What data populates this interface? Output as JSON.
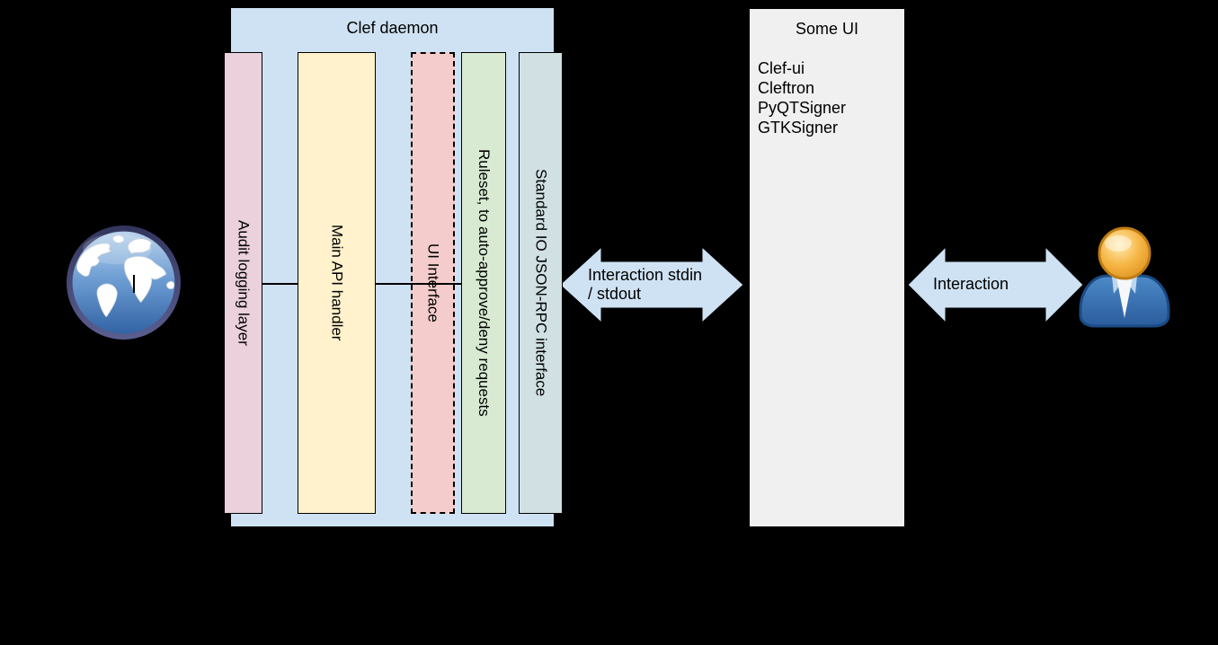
{
  "canvas": {
    "background": "#000000"
  },
  "palette": {
    "daemon_fill": "#cfe2f3",
    "audit_fill": "#ead1dc",
    "api_fill": "#fff2cc",
    "ui_interface_fill": "#f4cccc",
    "ruleset_fill": "#d9ead3",
    "stdio_fill": "#d0e0e3",
    "some_ui_fill": "#f0f0f0",
    "arrow_fill": "#cfe2f3",
    "line_color": "#000000",
    "text_color": "#000000"
  },
  "daemon": {
    "title": "Clef daemon",
    "bars": [
      {
        "label": "Audit logging layer"
      },
      {
        "label": "Main API handler"
      },
      {
        "label": "UI Interface"
      },
      {
        "label": "Ruleset, to auto-approve/deny requests"
      },
      {
        "label": "Standard IO JSON-RPC interface"
      }
    ]
  },
  "io_arrow": {
    "line1": "Interaction stdin",
    "line2": "/ stdout"
  },
  "some_ui": {
    "title": "Some UI",
    "items": [
      "Clef-ui",
      "Cleftron",
      "PyQTSigner",
      "GTKSigner"
    ]
  },
  "user_arrow": {
    "label": "Interaction"
  },
  "icons": {
    "globe": "internet-globe-icon",
    "person": "user-person-icon"
  }
}
